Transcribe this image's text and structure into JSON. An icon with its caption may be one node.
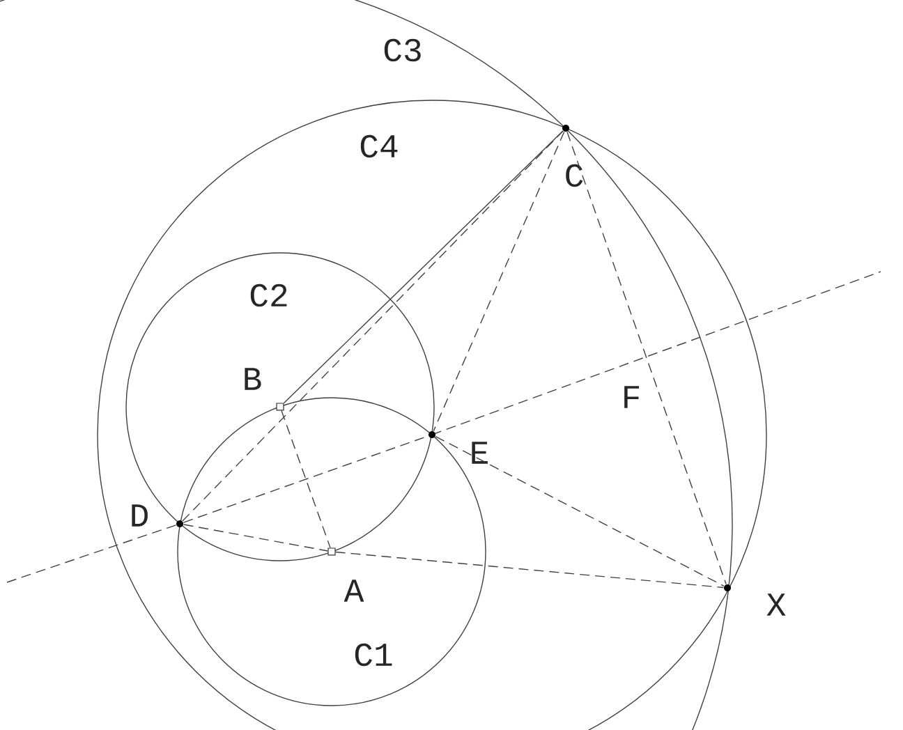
{
  "diagram": {
    "nodes": [
      {
        "text": [
          "C"
        ]
      },
      {
        "text": [
          "B"
        ]
      },
      {
        "text": [
          "E"
        ]
      },
      {
        "text": [
          "D"
        ]
      },
      {
        "text": [
          "A"
        ]
      },
      {
        "text": [
          "X"
        ]
      }
    ],
    "edges": [
      {
        "from": 1,
        "to": 0,
        "arrow": "none"
      },
      {
        "from": 3,
        "to": 0,
        "arrow": "none",
        "style": "dashed"
      },
      {
        "from": 1,
        "to": 4,
        "arrow": "none",
        "style": "dashed"
      },
      {
        "from": 3,
        "to": 4,
        "arrow": "none",
        "style": "dashed"
      },
      {
        "from": 4,
        "to": 5,
        "arrow": "none",
        "style": "dashed"
      },
      {
        "from": 3,
        "to": 2,
        "arrow": "none",
        "style": "dashed"
      },
      {
        "from": 0,
        "to": 2,
        "arrow": "none",
        "style": "dashed"
      },
      {
        "from": 0,
        "to": 5,
        "arrow": "none",
        "style": "dashed"
      },
      {
        "from": 2,
        "to": 5,
        "arrow": "none",
        "style": "dashed"
      }
    ],
    "labels": [
      "C3",
      "C4",
      "C2",
      "F",
      "C1"
    ]
  }
}
